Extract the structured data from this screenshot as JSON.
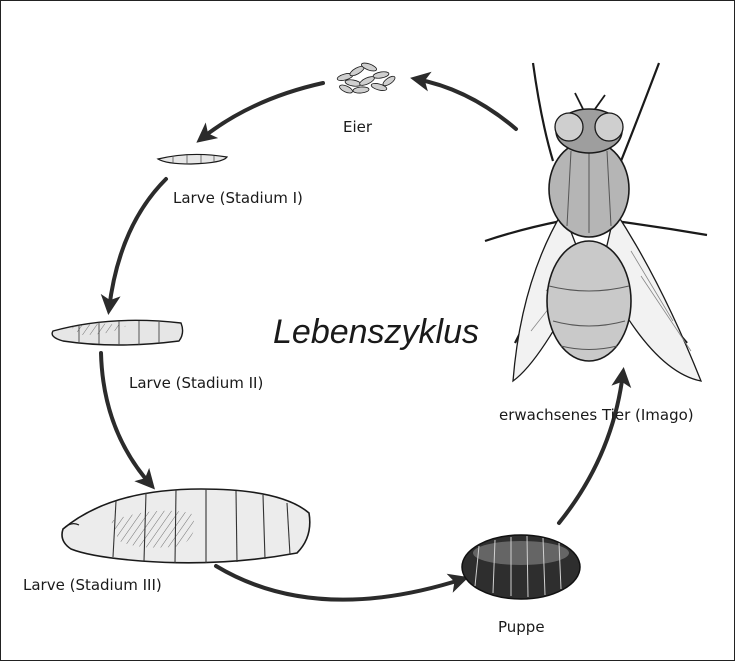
{
  "diagram": {
    "title": "Lebenszyklus",
    "stages": [
      {
        "id": "eggs",
        "label": "Eier",
        "icon": "eggs-icon"
      },
      {
        "id": "larva1",
        "label": "Larve (Stadium I)",
        "icon": "larva-stage-1-icon"
      },
      {
        "id": "larva2",
        "label": "Larve (Stadium II)",
        "icon": "larva-stage-2-icon"
      },
      {
        "id": "larva3",
        "label": "Larve (Stadium III)",
        "icon": "larva-stage-3-icon"
      },
      {
        "id": "pupa",
        "label": "Puppe",
        "icon": "pupa-icon"
      },
      {
        "id": "adult",
        "label": "erwachsenes Tier (Imago)",
        "icon": "adult-fly-icon"
      }
    ],
    "colors": {
      "ink": "#1a1a1a",
      "arrow": "#2b2b2b",
      "larva_fill": "#e6e6e6",
      "pupa_fill": "#3a3a3a",
      "fly_body": "#bdbdbd",
      "fly_wing": "#f2f2f2"
    }
  }
}
